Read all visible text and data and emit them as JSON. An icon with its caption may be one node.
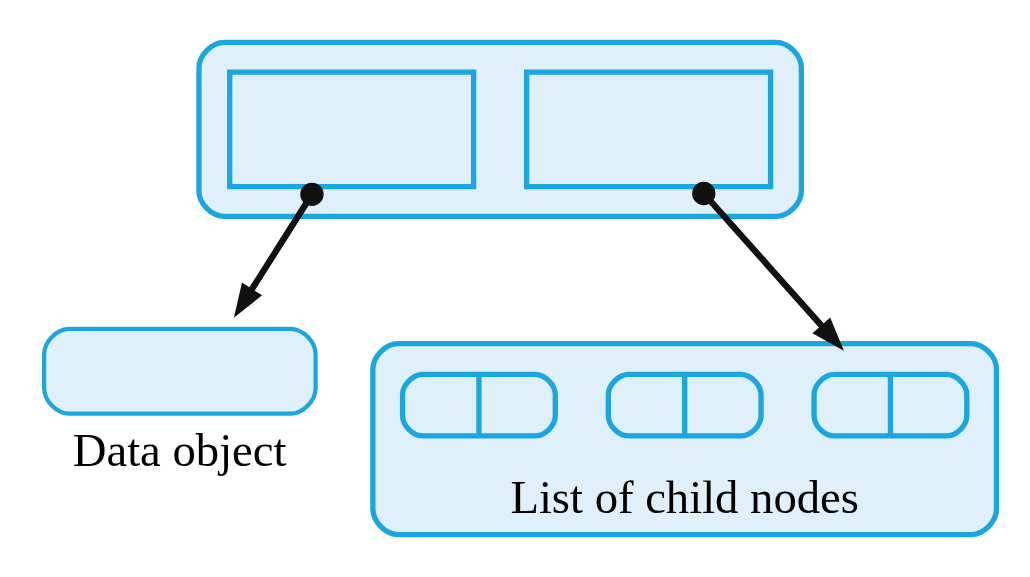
{
  "diagram": {
    "nodes": [
      {
        "text": [],
        "shape": "box"
      },
      {
        "text": [],
        "shape": "box",
        "in": 0
      },
      {
        "text": [],
        "shape": "box",
        "in": 0
      },
      {
        "text": [],
        "shape": "box",
        "beside": [
          "Data object"
        ]
      },
      {
        "text": [],
        "shape": "box",
        "beside": [
          "List of child nodes"
        ]
      },
      {
        "text": [],
        "shape": "box",
        "in": 4
      },
      {
        "text": [],
        "shape": "box",
        "in": 4
      },
      {
        "text": [],
        "shape": "box",
        "in": 4
      }
    ],
    "edges": [
      {
        "from": 1,
        "to": 3,
        "arrow": "to"
      },
      {
        "from": 2,
        "to": 4,
        "arrow": "to"
      }
    ]
  }
}
